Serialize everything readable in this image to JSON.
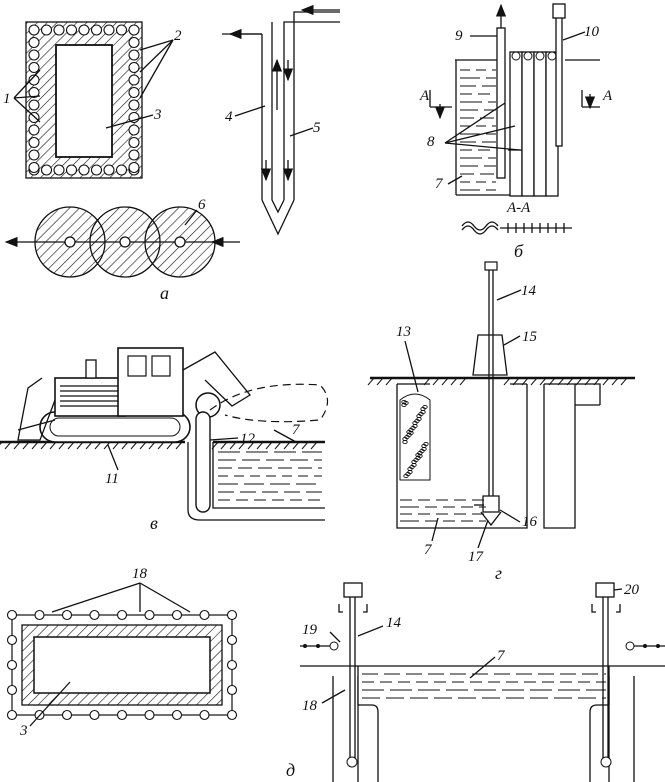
{
  "labels": {
    "n1": "1",
    "n2": "2",
    "n3": "3",
    "n4": "4",
    "n5": "5",
    "n6": "6",
    "n7a": "7",
    "n7b": "7",
    "n7c": "7",
    "n7d": "7",
    "n8": "8",
    "n9": "9",
    "n10": "10",
    "n11": "11",
    "n12": "12",
    "n13": "13",
    "n14a": "14",
    "n14b": "14",
    "n15": "15",
    "n16": "16",
    "n17": "17",
    "n18a": "18",
    "n18b": "18",
    "n19": "19",
    "n20": "20",
    "n3b": "3"
  },
  "section_marks": {
    "a_left": "A",
    "a_right": "A",
    "aa": "A-A"
  },
  "captions": {
    "a": "а",
    "b": "б",
    "v": "в",
    "g": "г",
    "d": "д"
  }
}
